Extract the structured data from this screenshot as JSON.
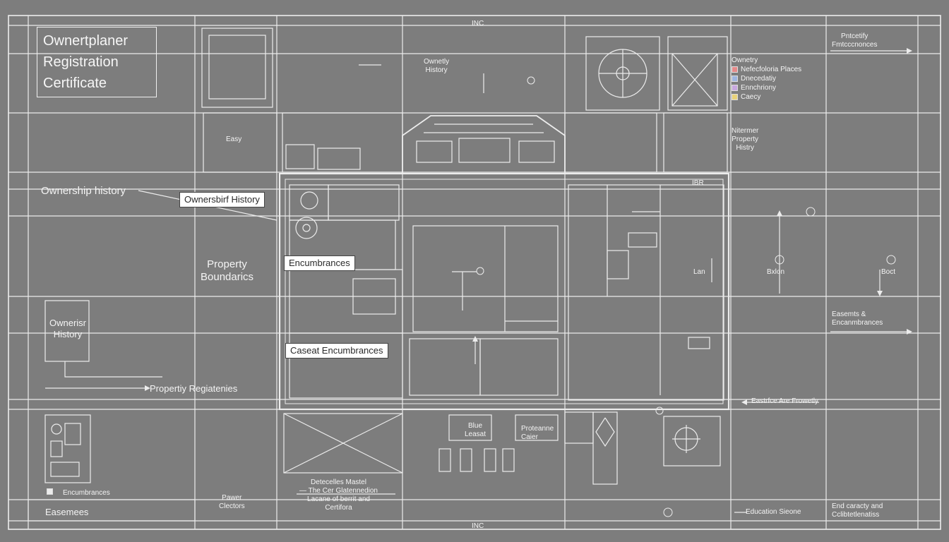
{
  "title_lines": [
    "Ownertplaner",
    "Registration",
    "Certificate"
  ],
  "dims": {
    "top": "INC",
    "bottom": "INC"
  },
  "legend": {
    "title": "Ownetry",
    "items": [
      {
        "label": "Nefecfoloria Places",
        "color": "#e58a8a"
      },
      {
        "label": "Dnecedatiy",
        "color": "#9fb5e0"
      },
      {
        "label": "Ennchriony",
        "color": "#c9a8e0"
      },
      {
        "label": "Caecy",
        "color": "#e8d27a"
      }
    ]
  },
  "labels": {
    "top_right_note": [
      "Pntcetify",
      "Fmtcccnonces"
    ],
    "ownetly_history_top": [
      "Ownetly",
      "History"
    ],
    "easy": "Easy",
    "ownership_history_left": "Ownership history",
    "owner_history_callout": "Ownersbirf History",
    "property_boundaries": [
      "Property",
      "Boundarics"
    ],
    "encumbrances_callout": "Encumbrances",
    "owner_history_box": [
      "Ownerisr",
      "History"
    ],
    "caveat_encumbrances_callout": "Caseat Encumbrances",
    "property_registeries": "Propertiy Regiatenies",
    "ownership_register_right": [
      "Nitermer",
      "Property",
      "Histry"
    ],
    "dims_marker": "IBR",
    "lan": "Lan",
    "barlon": "Bxlon",
    "boot": "Boct",
    "easements_encumbrances": [
      "Easemts &",
      "Encanmbrances"
    ],
    "easements_properly": "Eastrfce Are Frowetly",
    "encumbrances_bottom": "Encumbrances",
    "easemees": "Easemees",
    "power_clectors": [
      "Pawer",
      "Clectors"
    ],
    "detailed_model": [
      "Detecelles Mastel",
      "— The Cer Glatennedion",
      "Lacane of berrit and",
      "Certifora"
    ],
    "blue_leaset": [
      "Blue",
      "Leasat"
    ],
    "property_caret": [
      "Proteanne",
      "Caier"
    ],
    "education_street": "Education Sieone",
    "end_caracety": [
      "End caracty and",
      "Cclibtetlenatiss"
    ]
  }
}
